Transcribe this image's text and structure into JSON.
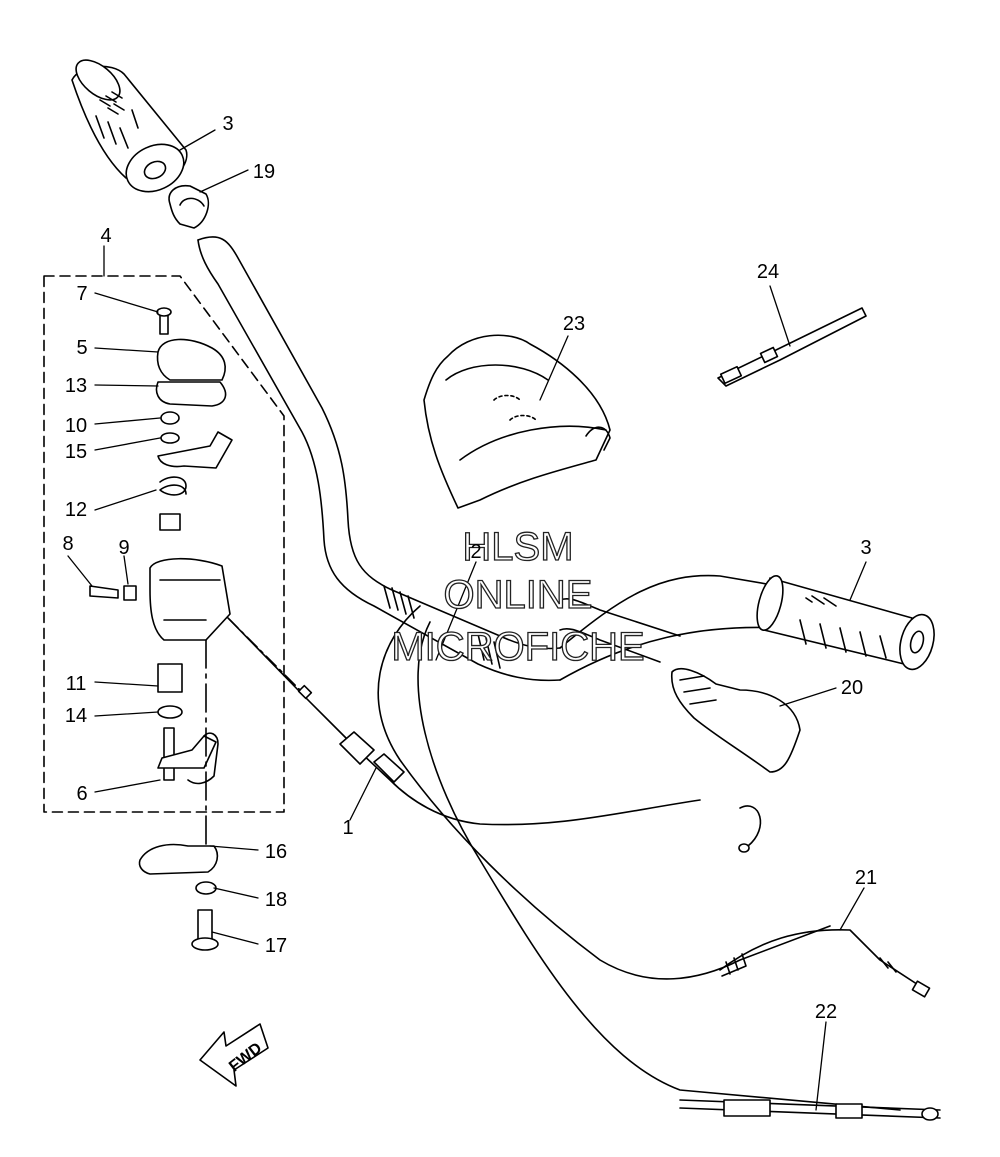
{
  "callouts": [
    "1",
    "2",
    "3",
    "3",
    "4",
    "5",
    "6",
    "7",
    "8",
    "9",
    "10",
    "11",
    "12",
    "13",
    "14",
    "15",
    "16",
    "17",
    "18",
    "19",
    "20",
    "21",
    "22",
    "23",
    "24"
  ],
  "watermark": {
    "line1": "HLSM",
    "line2": "ONLINE",
    "line3": "MICROFICHE"
  },
  "direction_label": "FWD"
}
